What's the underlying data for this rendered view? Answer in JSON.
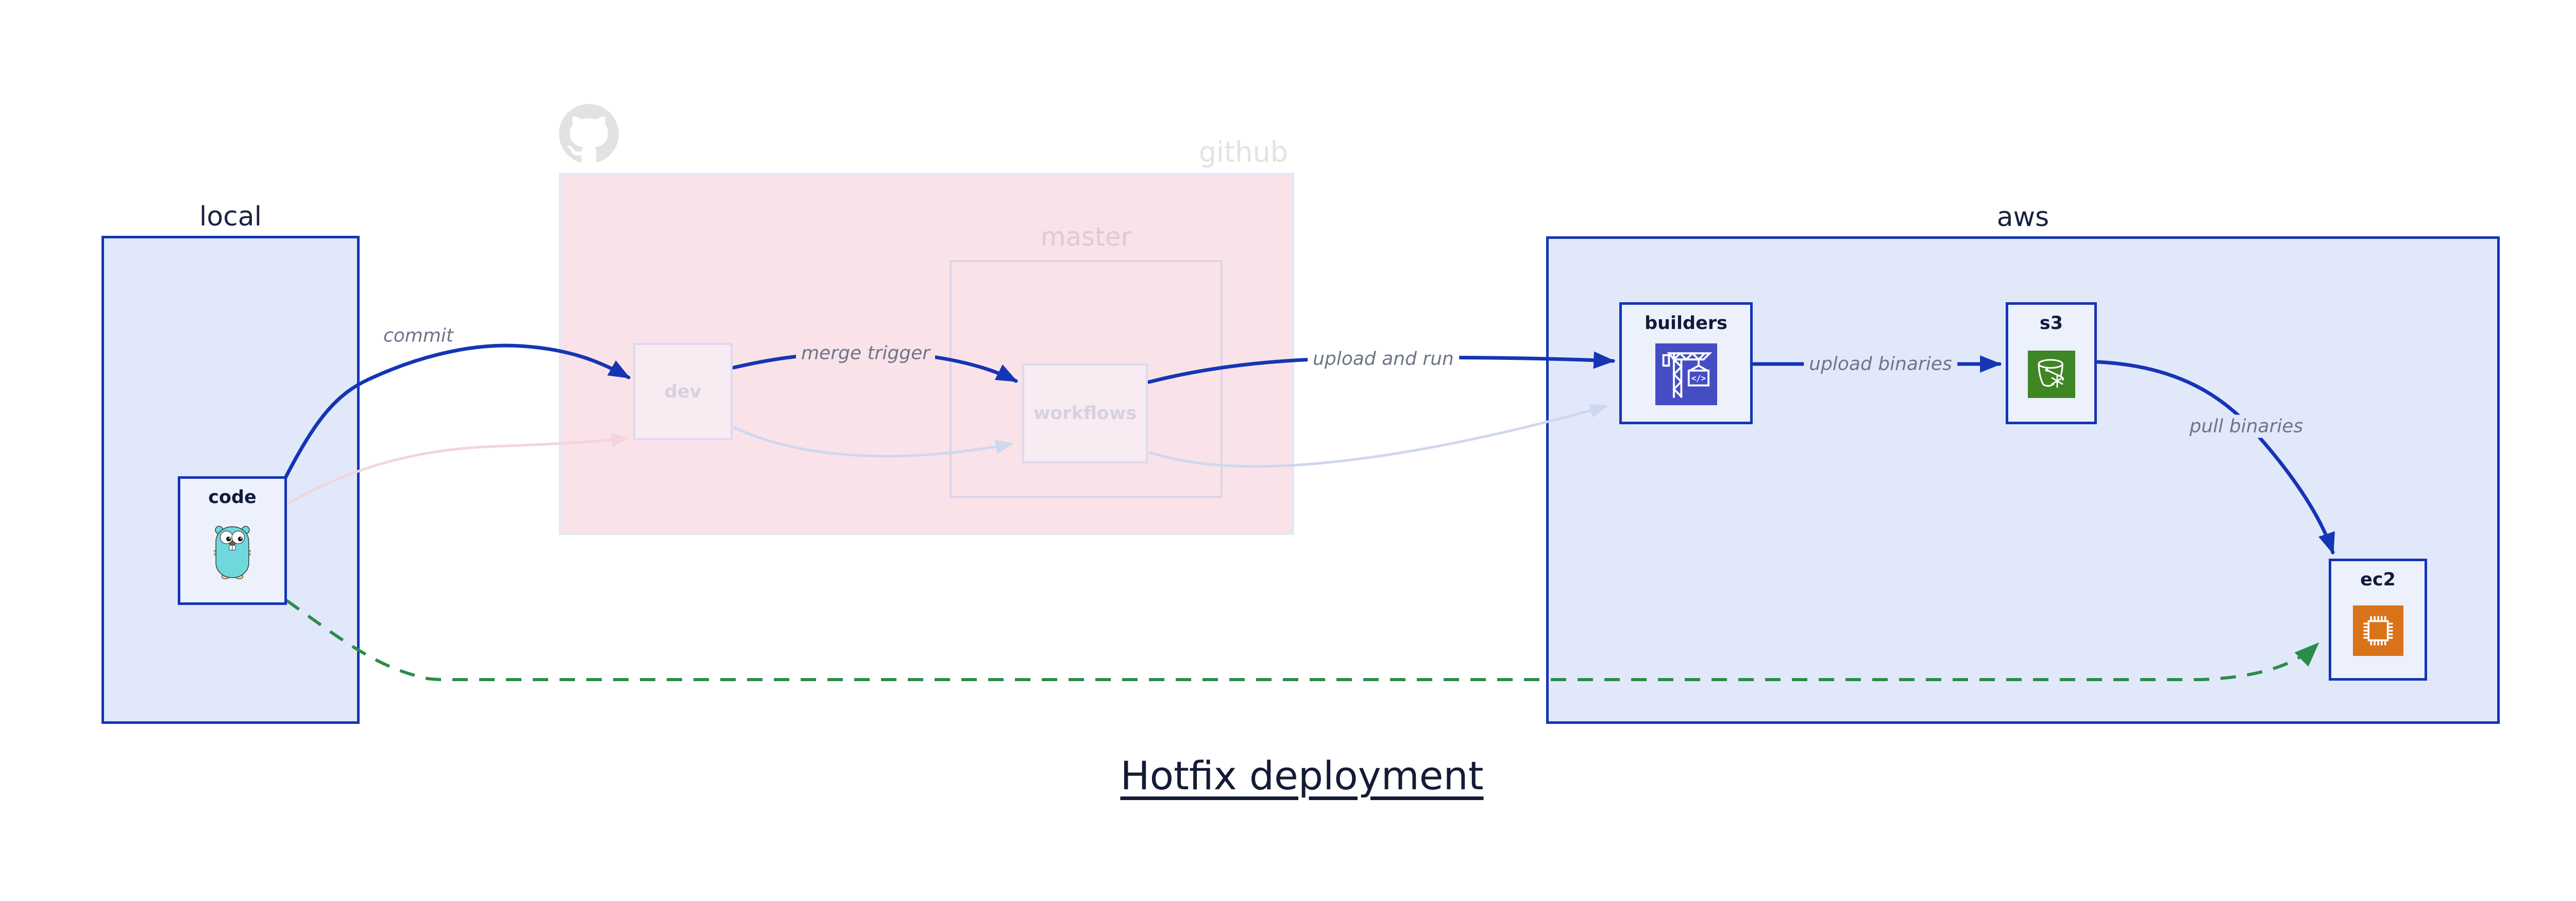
{
  "diagram_title": "Hotfix deployment",
  "groups": {
    "local": {
      "label": "local"
    },
    "github": {
      "label": "github"
    },
    "master": {
      "label": "master"
    },
    "aws": {
      "label": "aws"
    }
  },
  "nodes": {
    "code": {
      "label": "code",
      "icon": "gopher-icon"
    },
    "dev": {
      "label": "dev",
      "icon": null
    },
    "workflows": {
      "label": "workflows",
      "icon": null
    },
    "builders": {
      "label": "builders",
      "icon": "crane-codebuild-icon"
    },
    "s3": {
      "label": "s3",
      "icon": "s3-glacier-bucket-icon"
    },
    "ec2": {
      "label": "ec2",
      "icon": "cpu-chip-icon"
    }
  },
  "edges": {
    "commit": {
      "label": "commit",
      "from": "code",
      "to": "dev",
      "style": "solid-blue"
    },
    "merge_trigger": {
      "label": "merge trigger",
      "from": "dev",
      "to": "workflows",
      "style": "solid-blue"
    },
    "upload_and_run": {
      "label": "upload and run",
      "from": "workflows",
      "to": "builders",
      "style": "solid-blue"
    },
    "upload_binaries": {
      "label": "upload binaries",
      "from": "builders",
      "to": "s3",
      "style": "solid-blue"
    },
    "pull_binaries": {
      "label": "pull binaries",
      "from": "s3",
      "to": "ec2",
      "style": "solid-blue"
    },
    "hotfix_path": {
      "label": "",
      "from": "code",
      "to": "ec2",
      "style": "dashed-green"
    },
    "code_dev_faded": {
      "label": "",
      "from": "code",
      "to": "dev",
      "style": "faded-pink"
    },
    "dev_workflows_faded": {
      "label": "",
      "from": "dev",
      "to": "workflows",
      "style": "faded-lavender"
    },
    "workflows_builders_faded": {
      "label": "",
      "from": "workflows",
      "to": "builders",
      "style": "faded-lavender"
    }
  },
  "icon_glyphs": {
    "codebuild_brackets": "</>"
  },
  "icons": {
    "github_logo": "octocat-icon"
  },
  "colors": {
    "edge_blue": "#1535b5",
    "edge_green": "#2b8c49",
    "edge_faded_pink": "#f5d3de",
    "edge_faded_lavender": "#cfd7f0",
    "group_blue_fill": "#e1e8fa",
    "group_blue_border": "#1535b5",
    "github_fill": "#f9e3e9",
    "node_fill": "#edf1fc",
    "navy_text": "#121b3b",
    "label_gray": "#6d7587",
    "builders_icon_bg": "#454dc4",
    "s3_icon_bg": "#3f8624",
    "ec2_icon_bg": "#d9731a",
    "gopher_teal": "#6fd8dd",
    "octocat_gray": "#e2e2e2"
  }
}
